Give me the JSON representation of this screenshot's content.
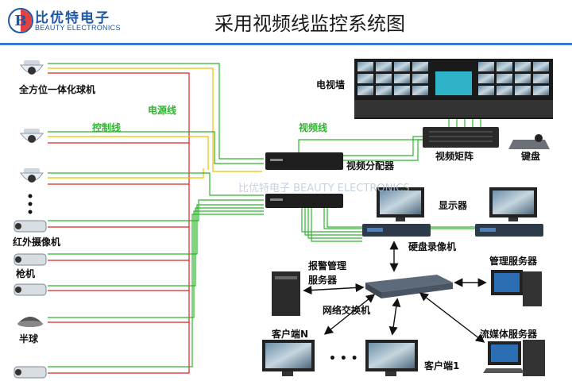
{
  "header": {
    "brand_cn": "比优特电子",
    "brand_en": "BEAUTY ELECTRONICS",
    "logo_letter": "B",
    "title": "采用视频线监控系统图"
  },
  "labels": {
    "dome_camera": "全方位一体化球机",
    "control_line": "控制线",
    "power_line": "电源线",
    "video_line": "视频线",
    "ir_camera": "红外摄像机",
    "bullet_camera": "枪机",
    "half_dome": "半球",
    "tv_wall": "电视墙",
    "video_matrix": "视频矩阵",
    "keyboard": "键盘",
    "video_distributor": "视频分配器",
    "monitor": "显示器",
    "dvr": "硬盘录像机",
    "alarm_server_line1": "报警管理",
    "alarm_server_line2": "服务器",
    "mgmt_server": "管理服务器",
    "network_switch": "网络交换机",
    "client_n": "客户端N",
    "client_1": "客户端1",
    "streaming_server": "流媒体服务器",
    "ellipsis": "• • •",
    "watermark": "比优特电子 BEAUTY ELECTRONICS"
  },
  "colors": {
    "accent": "#3a7bd5",
    "brand": "#1f57a5",
    "power_line": "#e02020",
    "control_line": "#f0c000",
    "video_line": "#2db52d",
    "label_green": "#2db52d"
  },
  "icons": {
    "dome_camera": "dome-camera-icon",
    "ir_camera": "ir-camera-icon",
    "bullet_camera": "bullet-camera-icon",
    "half_dome": "half-dome-icon",
    "monitor": "monitor-icon",
    "server": "server-tower-icon",
    "switch": "network-switch-icon",
    "dvr": "dvr-icon",
    "keyboard": "control-keyboard-icon"
  }
}
